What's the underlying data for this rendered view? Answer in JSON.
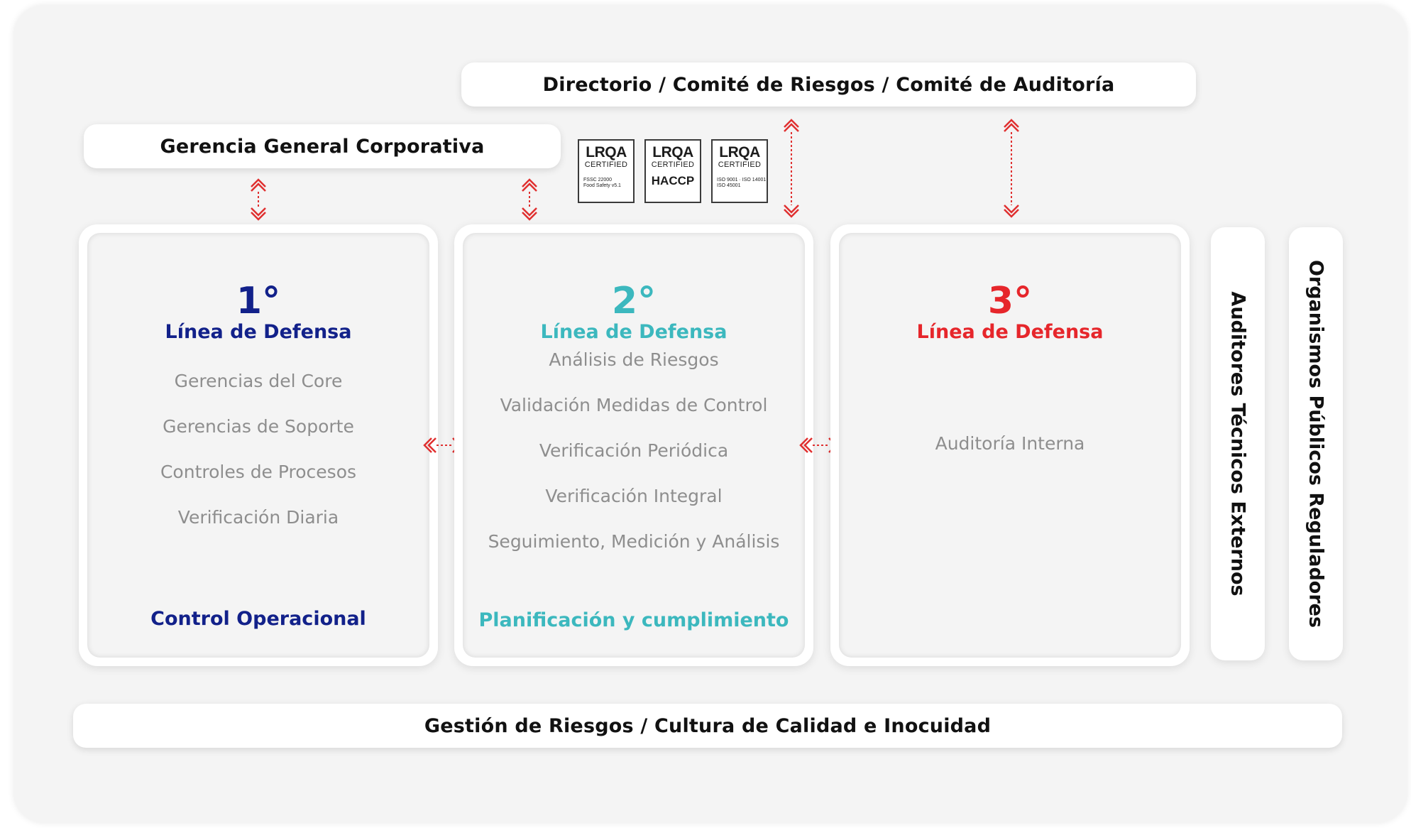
{
  "colors": {
    "first_line": "#12218a",
    "second_line": "#3cb8be",
    "third_line": "#e6262b",
    "arrow": "#e03030",
    "item_text": "#8e8e8e"
  },
  "board": {
    "title": "Directorio / Comité de Riesgos / Comité de Auditoría",
    "icon": "double-arrow-vertical-icon"
  },
  "management": {
    "title": "Gerencia General Corporativa"
  },
  "certifications": [
    {
      "brand": "LRQA",
      "certified": "CERTIFIED",
      "standard_lines": [
        "FSSC 22000",
        "Food Safety v5.1"
      ]
    },
    {
      "brand": "LRQA",
      "certified": "CERTIFIED",
      "standard": "HACCP"
    },
    {
      "brand": "LRQA",
      "certified": "CERTIFIED",
      "standard_lines": [
        "ISO 9001 · ISO 14001",
        "ISO 45001"
      ]
    }
  ],
  "lines": [
    {
      "number": "1°",
      "title": "Línea de Defensa",
      "items": [
        "Gerencias del Core",
        "Gerencias de Soporte",
        "Controles de Procesos",
        "Verificación Diaria"
      ],
      "footer": "Control Operacional"
    },
    {
      "number": "2°",
      "title": "Línea de Defensa",
      "items": [
        "Análisis de Riesgos",
        "Validación Medidas de Control",
        "Verificación Periódica",
        "Verificación Integral",
        "Seguimiento, Medición y Análisis"
      ],
      "footer": "Planificación y cumplimiento"
    },
    {
      "number": "3°",
      "title": "Línea de Defensa",
      "items": [
        "Auditoría Interna"
      ],
      "footer": ""
    }
  ],
  "external": {
    "auditors": "Auditores Técnicos Externos",
    "regulators": "Organismos Públicos Reguladores"
  },
  "bottom": {
    "title": "Gestión de Riesgos / Cultura de Calidad e Inocuidad"
  }
}
